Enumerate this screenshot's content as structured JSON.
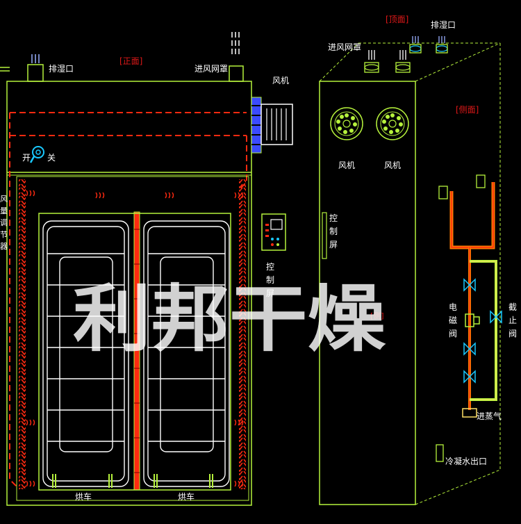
{
  "front_view": {
    "title": "[正面]",
    "exhaust_port": "排湿口",
    "air_inlet_hood": "进风网罩",
    "fan": "风机",
    "open": "开",
    "close": "关",
    "damper_adjuster": "风量调节器",
    "control_screen": "控制屏",
    "cart_left": "烘车",
    "cart_right": "烘车"
  },
  "side_view": {
    "top_title": "[顶面]",
    "side_title": "[侧面]",
    "side_mark": "[侧]",
    "air_inlet_hood": "进风网罩",
    "exhaust_port": "排湿口",
    "fan_1": "风机",
    "fan_2": "风机",
    "control_screen": "控制屏",
    "solenoid_valve": "电磁阀",
    "stop_valve": "截止阀",
    "steam_inlet": "进蒸气",
    "condensate_outlet": "冷凝水出口"
  },
  "watermark": "利邦干燥",
  "colors": {
    "frame": "#b6f23c",
    "heater_red": "#ff2a10",
    "label": "#ffffff",
    "title_red": "#e01818",
    "fan_blue": "#3b4bff",
    "valve_cyan": "#19c9ff",
    "pipe_orange": "#ff7a00"
  }
}
